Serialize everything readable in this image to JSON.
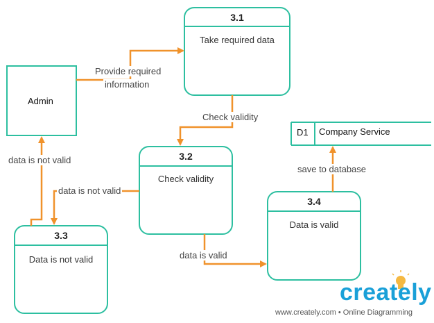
{
  "entity": {
    "label": "Admin"
  },
  "processes": [
    {
      "number": "3.1",
      "text": "Take required data"
    },
    {
      "number": "3.2",
      "text": "Check validity"
    },
    {
      "number": "3.3",
      "text": "Data is not valid"
    },
    {
      "number": "3.4",
      "text": "Data is valid"
    }
  ],
  "data_store": {
    "id": "D1",
    "name": "Company Service"
  },
  "flows": {
    "provide_line1": "Provide required",
    "provide_line2": "information",
    "check_validity": "Check validity",
    "not_valid_to_33": "data is not valid",
    "not_valid_to_admin": "data is not valid",
    "data_is_valid": "data is valid",
    "save_to_database": "save to database"
  },
  "branding": {
    "logo_text": "creately",
    "footer": "www.creately.com • Online Diagramming"
  },
  "colors": {
    "process_border": "#2dbfa0",
    "arrow": "#f0922b",
    "entity_border": "#2dbfa0",
    "brand_blue": "#1aa0d8",
    "bulb": "#f5b942"
  }
}
